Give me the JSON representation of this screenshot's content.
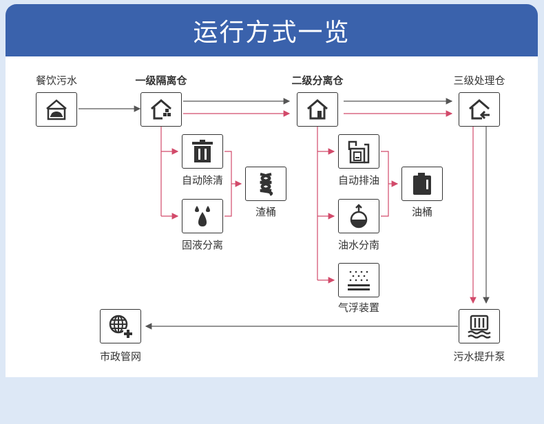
{
  "title": "运行方式一览",
  "nodes": {
    "sewage": "餐饮污水",
    "stage1": "一级隔离仓",
    "stage2": "二级分离仓",
    "stage3": "三级处理仓",
    "auto_clean": "自动除清",
    "solid_liquid": "固液分离",
    "slag_bucket": "渣桶",
    "auto_oil": "自动排油",
    "oil_water": "油水分南",
    "air_float": "气浮装置",
    "oil_bucket": "油桶",
    "lift_pump": "污水提升泵",
    "municipal": "市政管网"
  },
  "colors": {
    "header": "#3a62ac",
    "flow_dark": "#555555",
    "flow_red": "#d24a6a"
  }
}
